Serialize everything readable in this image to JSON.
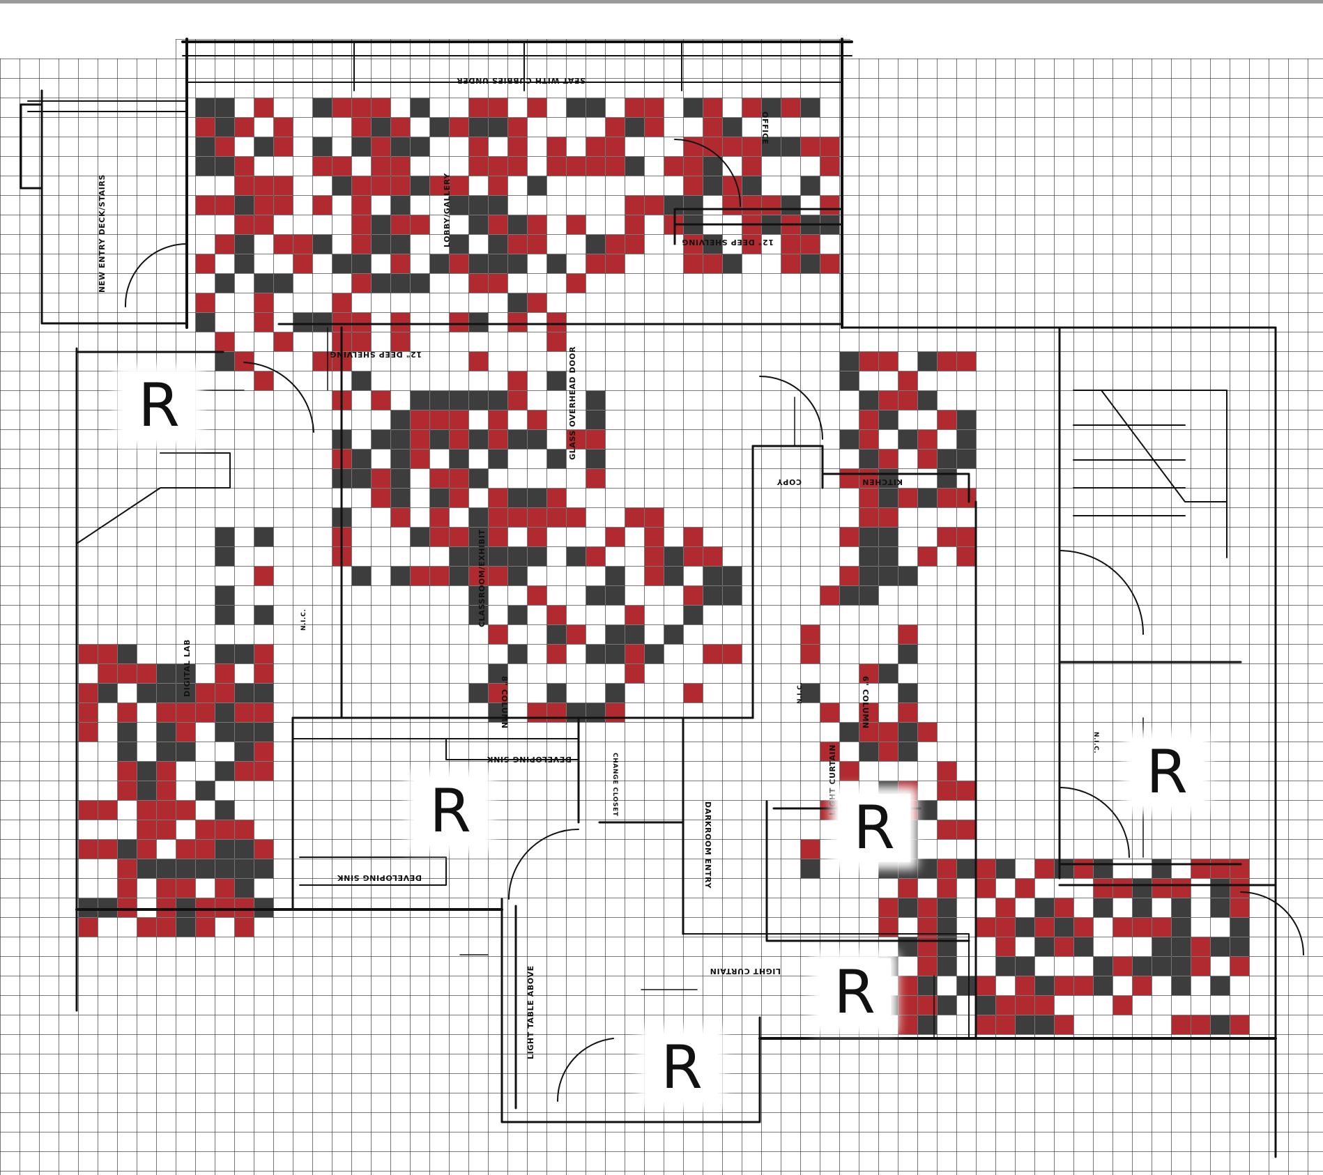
{
  "colors": {
    "grid": "#2a2a2a",
    "tile_red": "#b02a2f",
    "tile_dark": "#3d3d3d",
    "ink": "#111111",
    "paper": "#ffffff"
  },
  "room_markers": [
    {
      "text": "R"
    },
    {
      "text": "R"
    },
    {
      "text": "R"
    },
    {
      "text": "R"
    },
    {
      "text": "R"
    },
    {
      "text": "R"
    }
  ],
  "annotations": {
    "new_entry_deck": "NEW ENTRY DECK/STAIRS",
    "seat_cubbies": "SEAT WITH CUBBIES UNDER",
    "lobby_gallery": "LOBBY/GALLERY",
    "office": "OFFICE",
    "deep_shelving_1": "12\" DEEP SHELVING",
    "deep_shelving_2": "12\" DEEP SHELVING",
    "glass_overhead_door": "GLASS OVERHEAD DOOR",
    "classroom_exhibit": "CLASSROOM/EXHIBIT",
    "copy": "COPY",
    "kitchen": "KITCHEN",
    "digital_lab": "DIGITAL LAB",
    "column_1": "8\" COLUMN",
    "column_2": "6\" COLUMN",
    "developing_sink_1": "DEVELOPING SINK",
    "developing_sink_2": "DEVELOPING SINK",
    "change_closet": "CHANGE CLOSET",
    "darkroom_entry": "DARKROOM ENTRY",
    "light_curtain_1": "LIGHT CURTAIN",
    "light_curtain_2": "LIGHT CURTAIN",
    "light_table": "LIGHT TABLE ABOVE",
    "nic_1": "N.I.C.",
    "nic_2": "N.I.C.",
    "nic_3": "N.I.C."
  }
}
